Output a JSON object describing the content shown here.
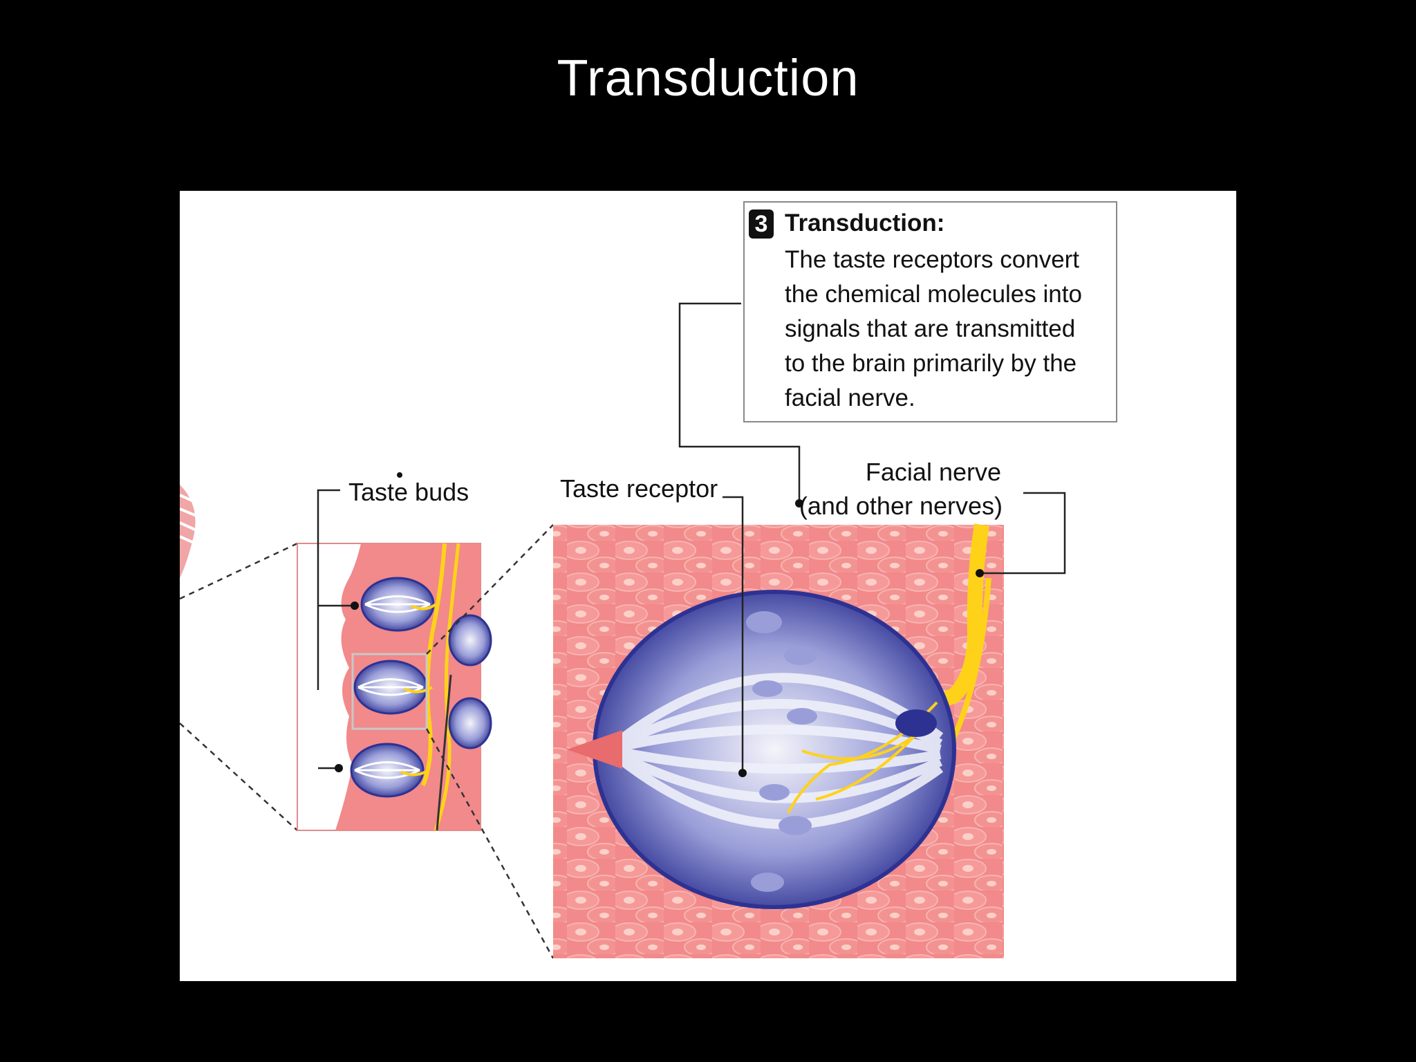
{
  "slide": {
    "title": "Transduction"
  },
  "figure": {
    "labels": {
      "taste_buds": "Taste buds",
      "taste_receptor": "Taste receptor",
      "facial_nerve_line1": "Facial nerve",
      "facial_nerve_line2": "(and other nerves)"
    },
    "callout": {
      "step_number": "3",
      "title": "Transduction:",
      "body": "The taste receptors convert\nthe chemical molecules into\nsignals that are transmitted\nto the brain primarily by the\nfacial nerve."
    },
    "colors": {
      "tissue": "#f2898a",
      "tissue_light": "#f7b0ae",
      "receptor_blue": "#3a3fa0",
      "receptor_light": "#dcdcec",
      "nerve_yellow": "#ffd21a"
    }
  }
}
